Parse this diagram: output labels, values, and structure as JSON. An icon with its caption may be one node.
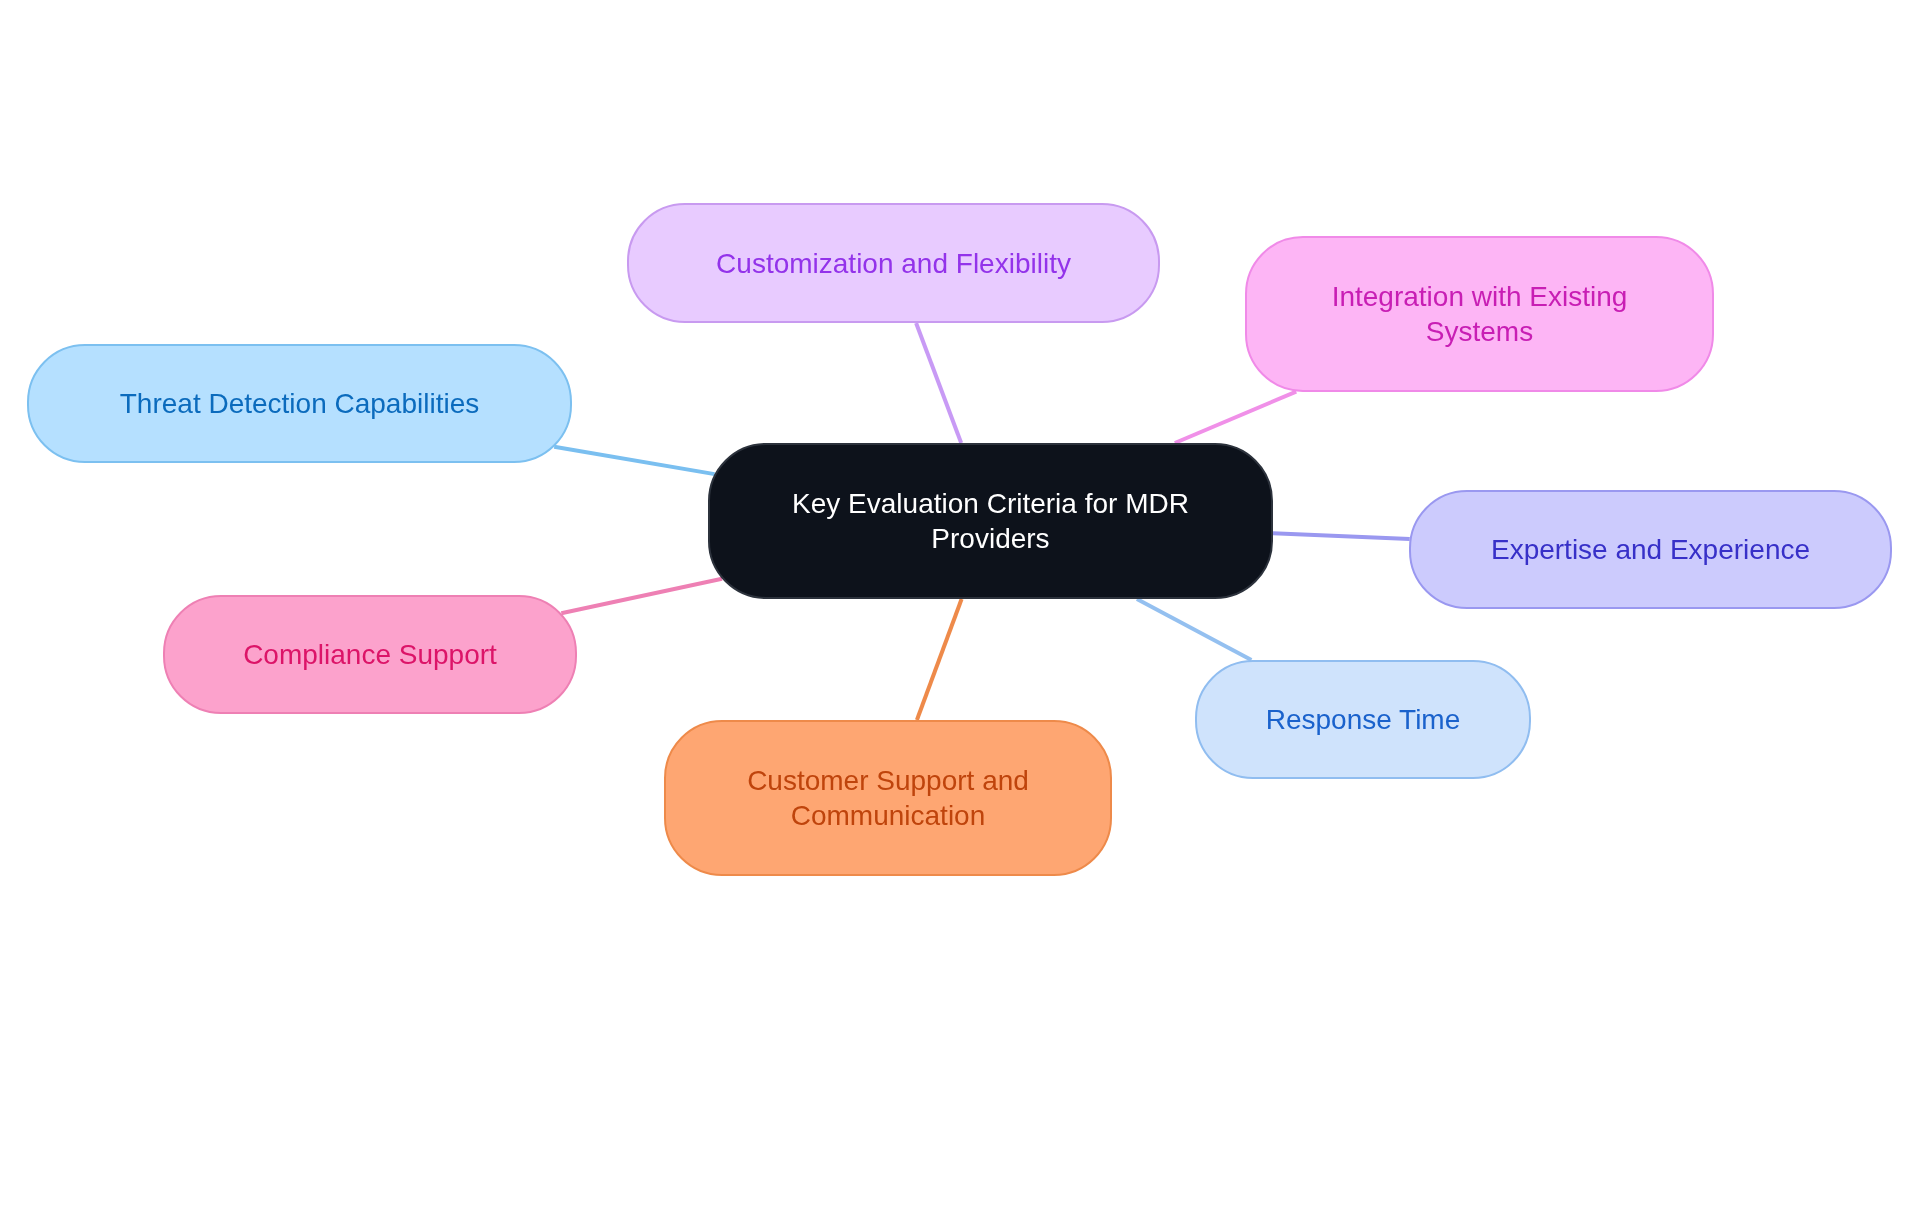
{
  "diagram": {
    "nodes": [
      {
        "text": [
          "Key Evaluation Criteria for MDR Providers"
        ]
      },
      {
        "text": [
          "Customization and Flexibility"
        ]
      },
      {
        "text": [
          "Integration with Existing Systems"
        ]
      },
      {
        "text": [
          "Threat Detection Capabilities"
        ]
      },
      {
        "text": [
          "Expertise and Experience"
        ]
      },
      {
        "text": [
          "Compliance Support"
        ]
      },
      {
        "text": [
          "Response Time"
        ]
      },
      {
        "text": [
          "Customer Support and Communication"
        ]
      }
    ],
    "edges": [
      {
        "from": 0,
        "to": 1,
        "arrow": "none",
        "color": "#c89af5"
      },
      {
        "from": 0,
        "to": 2,
        "arrow": "none",
        "color": "#f090e8"
      },
      {
        "from": 0,
        "to": 3,
        "arrow": "none",
        "color": "#7abff0"
      },
      {
        "from": 0,
        "to": 4,
        "arrow": "none",
        "color": "#9a98f0"
      },
      {
        "from": 0,
        "to": 5,
        "arrow": "none",
        "color": "#ee80b4"
      },
      {
        "from": 0,
        "to": 6,
        "arrow": "none",
        "color": "#94c0f0"
      },
      {
        "from": 0,
        "to": 7,
        "arrow": "none",
        "color": "#ee8a4a"
      }
    ]
  }
}
